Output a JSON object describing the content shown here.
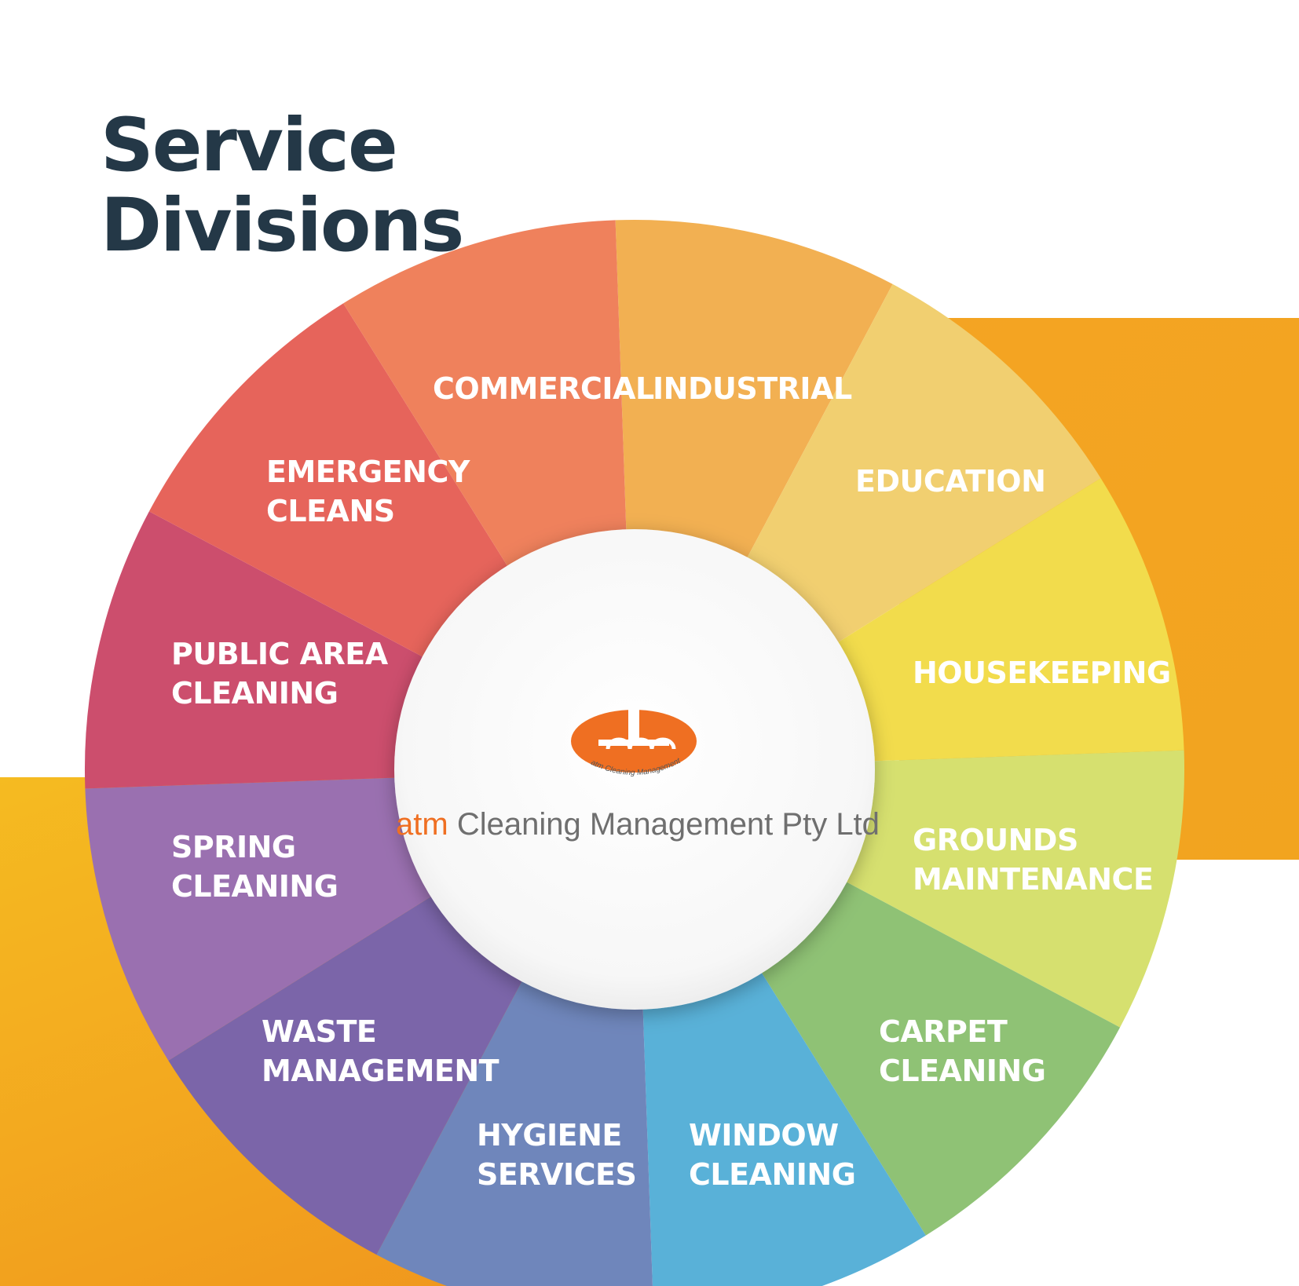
{
  "title": {
    "line1": "Service",
    "line2": "Divisions"
  },
  "colors": {
    "title": "#243847",
    "band": "#f3a621",
    "brand_orange": "#ef6f22",
    "company_text": "#6f6f6f"
  },
  "segments": [
    {
      "lines": [
        "COMMERCIAL"
      ],
      "color": "#f2b052"
    },
    {
      "lines": [
        "INDUSTRIAL"
      ],
      "color": "#f1cf70"
    },
    {
      "lines": [
        "EDUCATION"
      ],
      "color": "#f2dc4c"
    },
    {
      "lines": [
        "HOUSEKEEPING"
      ],
      "color": "#d6e06f"
    },
    {
      "lines": [
        "GROUNDS",
        "MAINTENANCE"
      ],
      "color": "#8fc275"
    },
    {
      "lines": [
        "CARPET",
        "CLEANING"
      ],
      "color": "#59b1d8"
    },
    {
      "lines": [
        "WINDOW",
        "CLEANING"
      ],
      "color": "#6f86bb"
    },
    {
      "lines": [
        "HYGIENE",
        "SERVICES"
      ],
      "color": "#7b65a9"
    },
    {
      "lines": [
        "WASTE",
        "MANAGEMENT"
      ],
      "color": "#9a70b0"
    },
    {
      "lines": [
        "SPRING",
        "CLEANING"
      ],
      "color": "#cc4e6d"
    },
    {
      "lines": [
        "PUBLIC AREA",
        "CLEANING"
      ],
      "color": "#e6645b"
    },
    {
      "lines": [
        "EMERGENCY",
        "CLEANS"
      ],
      "color": "#ef815c"
    }
  ],
  "center": {
    "logo_emblem": "atm-logo-emblem",
    "emblem_caption": "atm Cleaning Management Pty Ltd",
    "brand": "atm",
    "company": "Cleaning Management Pty Ltd"
  }
}
